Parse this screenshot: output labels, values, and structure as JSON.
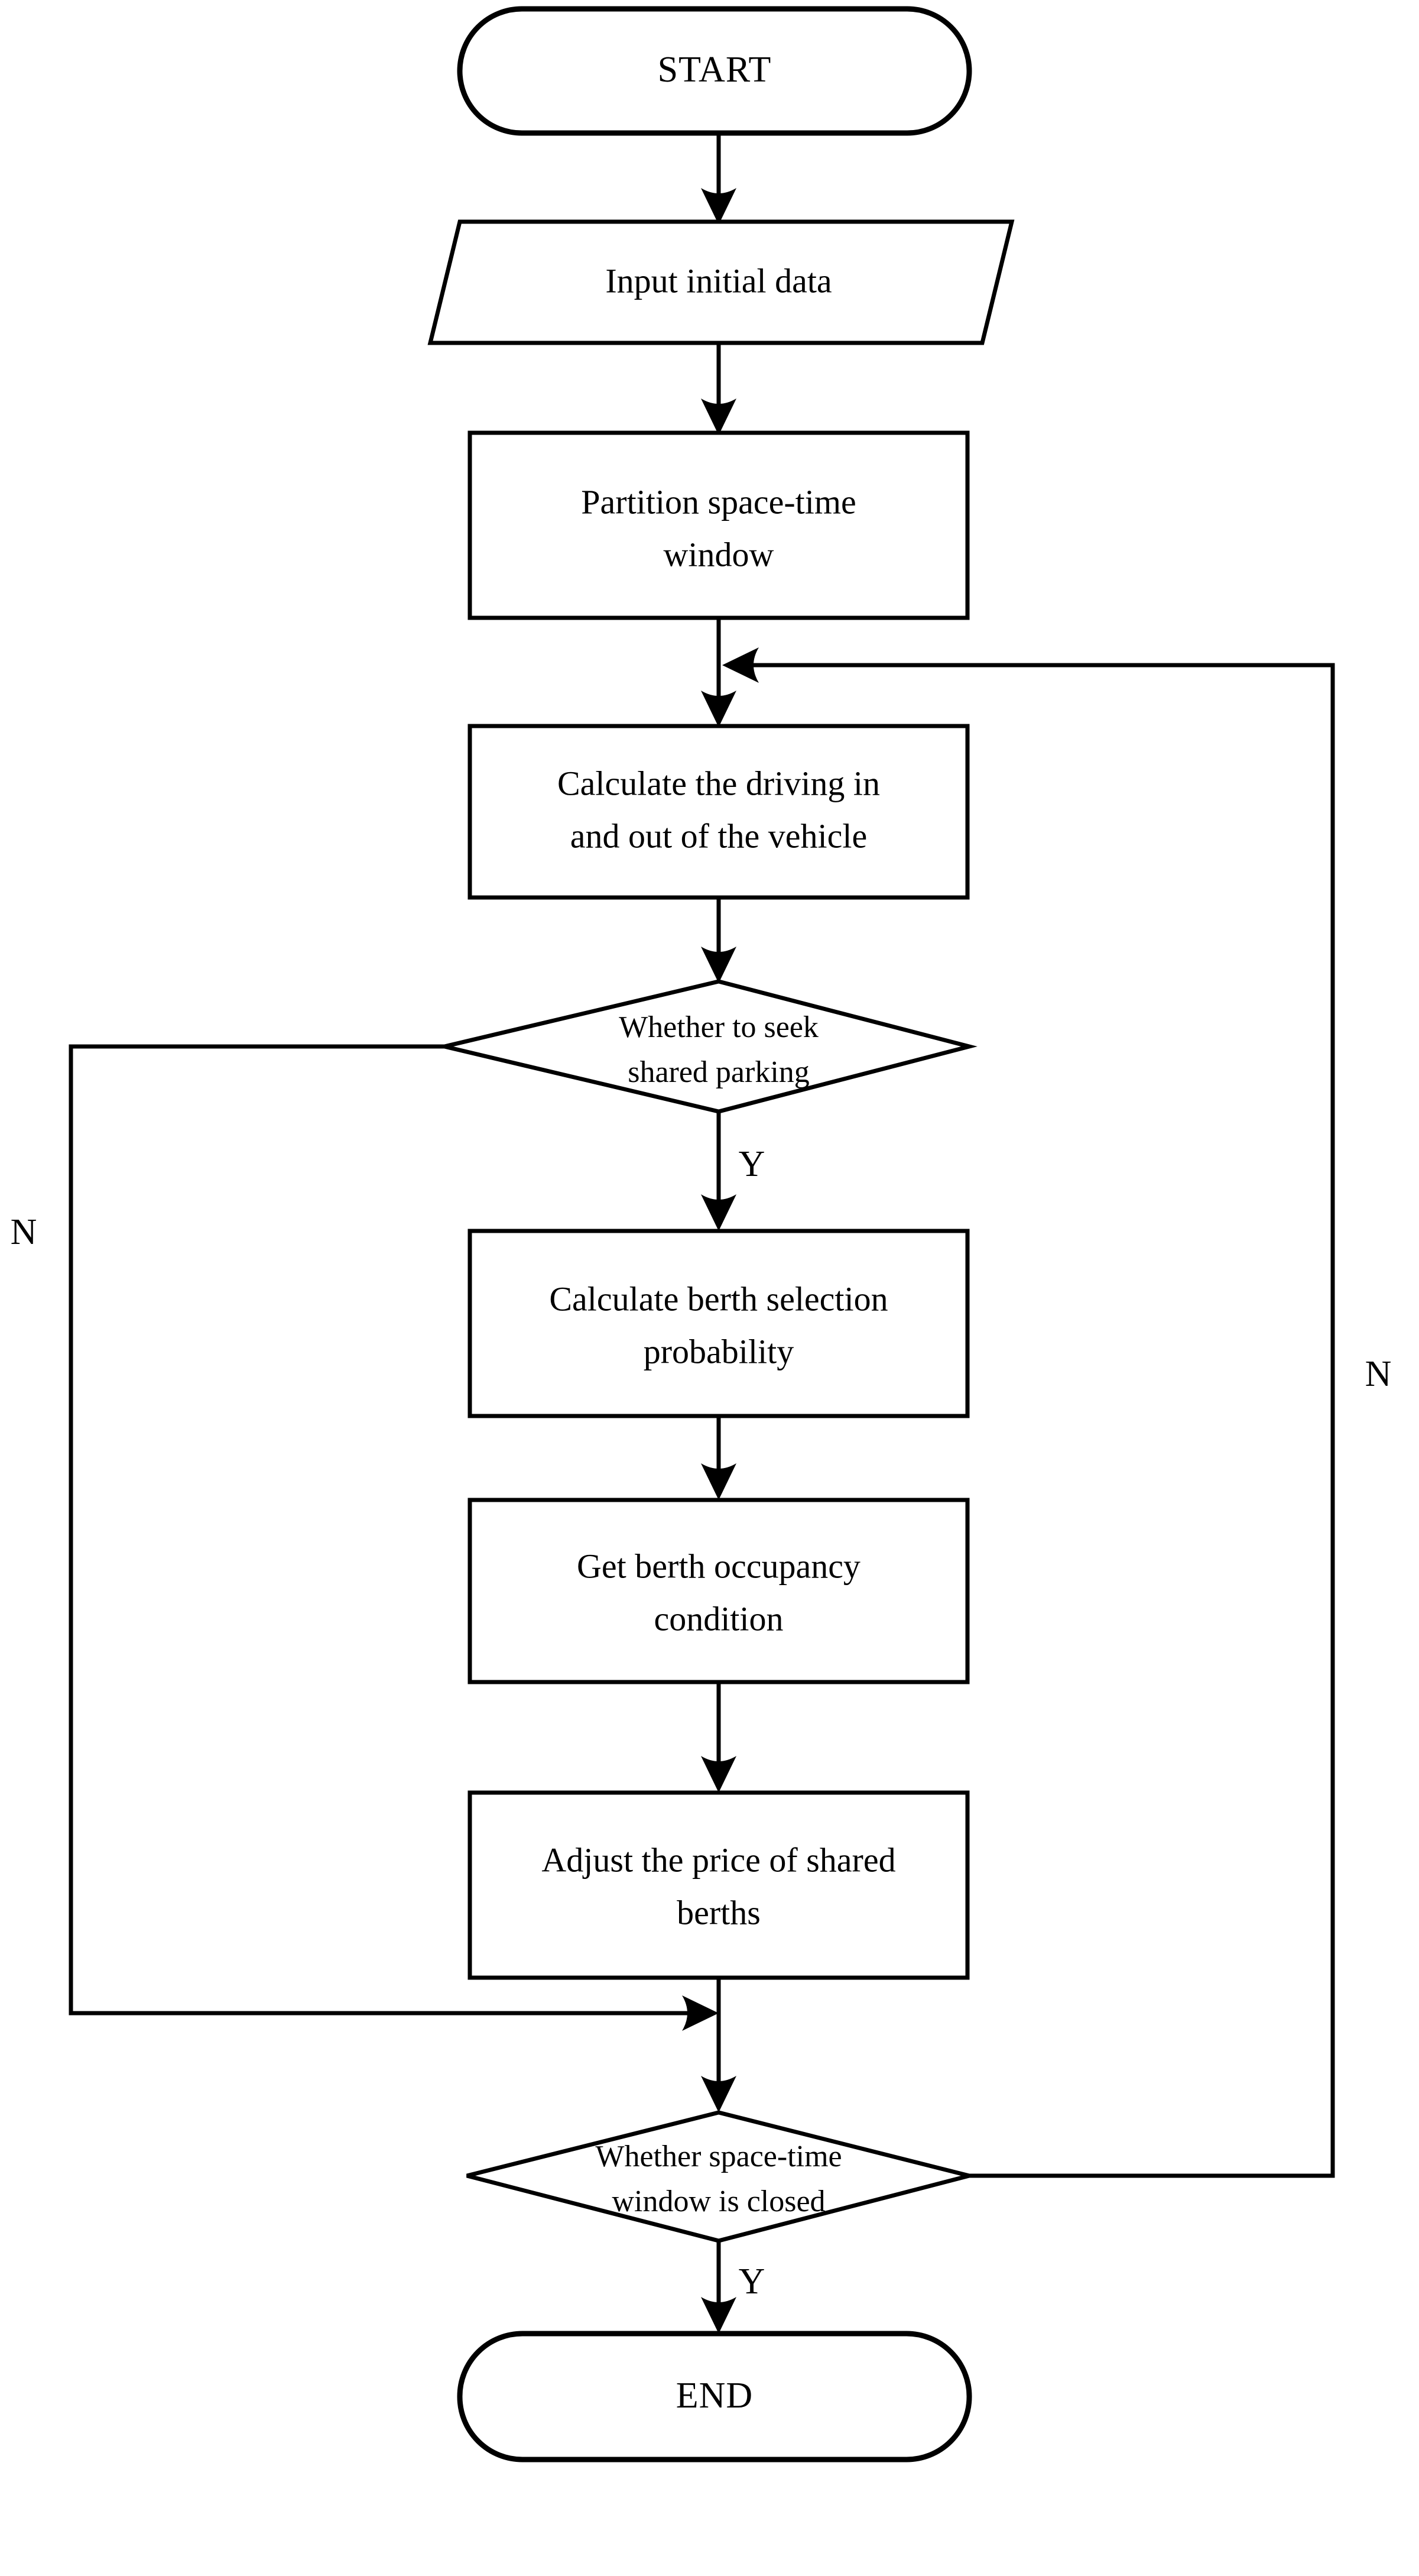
{
  "diagram": {
    "type": "flowchart",
    "orientation": "top-to-bottom",
    "background_color": "#ffffff",
    "line_color": "#000000",
    "text_color": "#000000"
  },
  "nodes": {
    "start": {
      "label": "START",
      "shape": "terminator"
    },
    "input_data": {
      "label": "Input initial data",
      "shape": "parallelogram"
    },
    "partition": {
      "line1": "Partition space-time",
      "line2": "window",
      "shape": "process"
    },
    "calc_driving": {
      "line1": "Calculate the driving in",
      "line2": "and out of the vehicle",
      "shape": "process"
    },
    "decide_seek": {
      "line1": "Whether to seek",
      "line2": "shared parking",
      "shape": "decision"
    },
    "calc_berth": {
      "line1": "Calculate berth selection",
      "line2": "probability",
      "shape": "process"
    },
    "get_berth": {
      "line1": "Get berth occupancy",
      "line2": "condition",
      "shape": "process"
    },
    "adjust_price": {
      "line1": "Adjust the price of shared",
      "line2": "berths",
      "shape": "process"
    },
    "decide_closed": {
      "line1": "Whether space-time",
      "line2": "window is closed",
      "shape": "decision"
    },
    "end": {
      "label": "END",
      "shape": "terminator"
    }
  },
  "edge_labels": {
    "seek_yes": "Y",
    "seek_no": "N",
    "closed_yes": "Y",
    "closed_no": "N"
  }
}
